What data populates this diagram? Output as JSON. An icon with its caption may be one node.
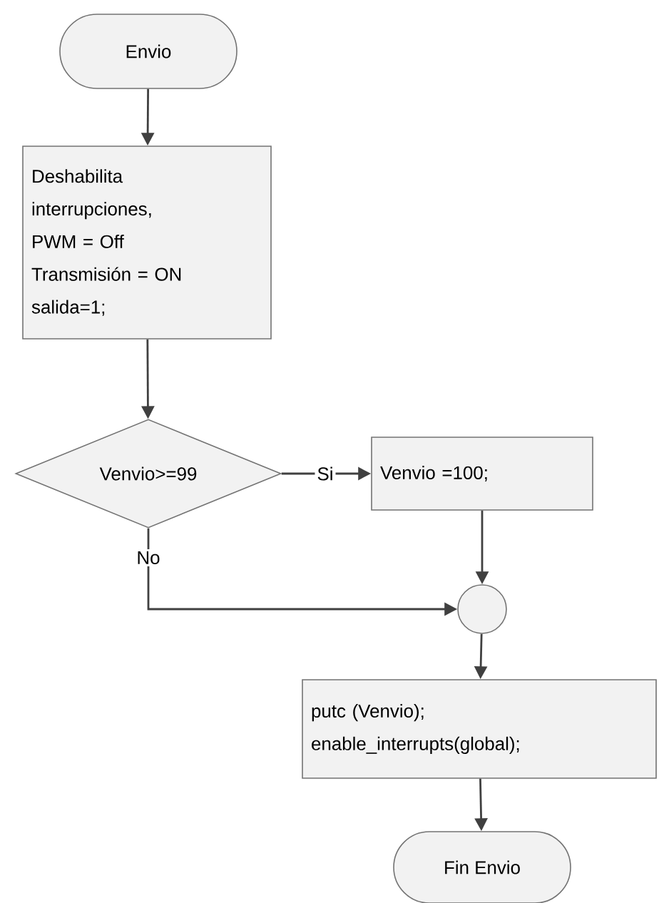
{
  "diagram": {
    "nodes": [
      {
        "text": [
          "Envio"
        ]
      },
      {
        "text": [
          "Deshabilita interrupciones, PWM = Off Transmisión = ON salida=1;"
        ]
      },
      {
        "text": [
          "Venvio>=99"
        ]
      },
      {
        "text": [
          "Venvio =100;"
        ]
      },
      {
        "text": [],
        "shape": "circle"
      },
      {
        "text": [
          "putc (Venvio); enable_interrupts(global);"
        ]
      },
      {
        "text": [
          "Fin Envio"
        ]
      }
    ],
    "edges": [
      {
        "from": 0,
        "to": 1,
        "arrow": "to"
      },
      {
        "from": 1,
        "to": 2,
        "arrow": "to"
      },
      {
        "from": 2,
        "to": 3,
        "arrow": "to",
        "label": "Si"
      },
      {
        "from": 3,
        "to": 4,
        "arrow": "to"
      },
      {
        "from": 2,
        "to": 4,
        "arrow": "to",
        "label": "No"
      },
      {
        "from": 4,
        "to": 5,
        "arrow": "to"
      },
      {
        "from": 5,
        "to": 6,
        "arrow": "to"
      }
    ]
  }
}
